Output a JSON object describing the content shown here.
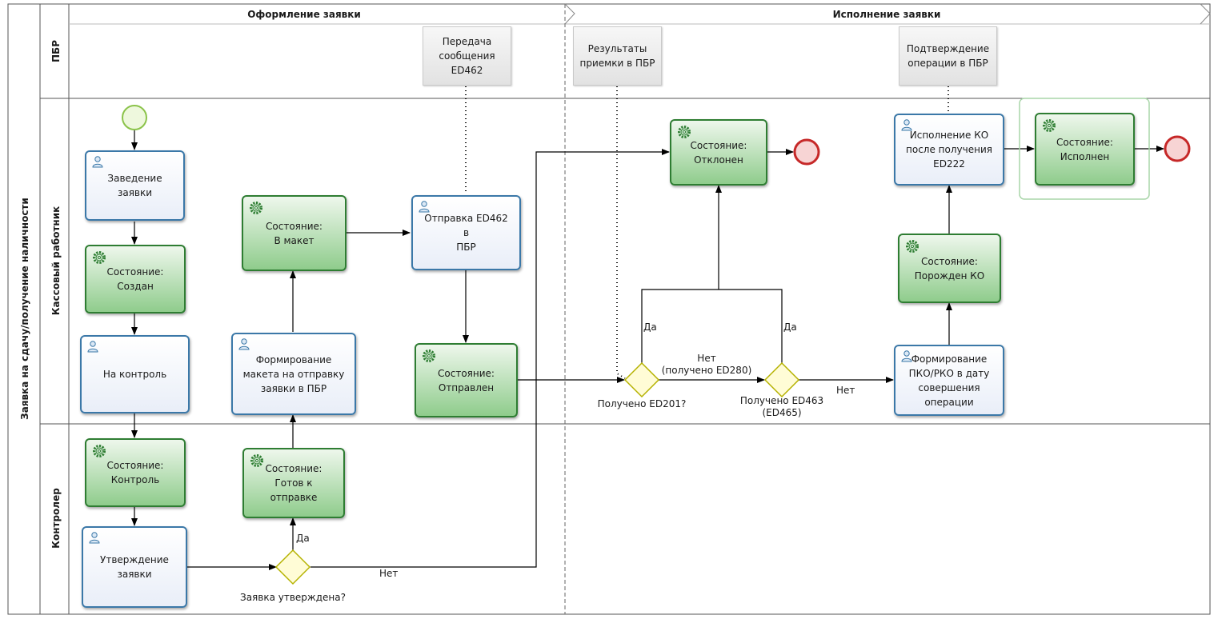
{
  "pool": {
    "title": "Заявка на сдачу/получение наличности"
  },
  "lanes": [
    "ПБР",
    "Кассовый работник",
    "Контролер"
  ],
  "phases": [
    "Оформление заявки",
    "Исполнение заявки"
  ],
  "tasks": {
    "zavedenie": "Заведение\nзаявки",
    "na_kontrol": "На контроль",
    "utverzhdenie": "Утверждение\nзаявки",
    "formirovanie_maketa": "Формирование\nмакета на отправку\nзаявки в ПБР",
    "otpravka_ed462": "Отправка ED462 в\nПБР",
    "ispolnenie_ko": "Исполнение КО\nпосле получения\nED222",
    "formirovanie_pko": "Формирование\nПКО/РКО в дату\nсовершения\nоперации"
  },
  "states": {
    "sozdan": "Состояние:\nСоздан",
    "kontrol": "Состояние:\nКонтроль",
    "v_maket": "Состояние:\nВ макет",
    "gotov": "Состояние:\nГотов к отправке",
    "otpravlen": "Состояние:\nОтправлен",
    "otklonen": "Состояние:\nОтклонен",
    "porozhden": "Состояние:\nПорожден КО",
    "ispolnen": "Состояние:\nИсполнен"
  },
  "notes": {
    "peredacha": "Передача\nсообщения\nED462",
    "rezultaty": "Результаты\nприемки в ПБР",
    "podtverzhdenie": "Подтверждение\nоперации в ПБР"
  },
  "gateways": {
    "zayavka_utverzhdena": "Заявка утверждена?",
    "polucheno_ed201": "Получено ED201?",
    "polucheno_ed463": "Получено ED463\n(ED465)"
  },
  "flow_labels": {
    "da_1": "Да",
    "net_1": "Нет",
    "da_2": "Да",
    "da_3": "Да",
    "net_2": "Нет\n(получено ED280)",
    "net_3": "Нет"
  },
  "colors": {
    "task_border": "#3b78a8",
    "state_border": "#2e7d32",
    "start_event": "#8bc34a",
    "end_event": "#c62828",
    "gateway": "#c7c400"
  },
  "icons": {
    "task": "user-icon",
    "state": "gear-icon"
  }
}
